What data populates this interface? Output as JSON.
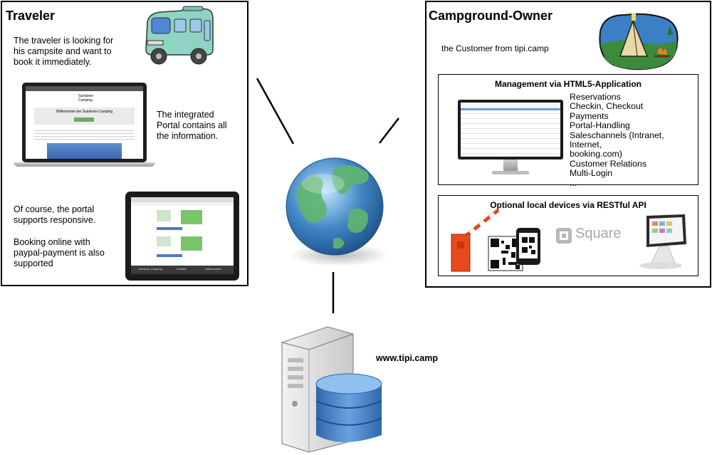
{
  "traveler": {
    "title": "Traveler",
    "text1": "The traveler is looking for his campsite and want to book it immediately.",
    "text2": "The integrated Portal contains all the information.",
    "text3": "Of course, the portal supports responsive.",
    "text4": "Booking online with paypal-payment is also supported",
    "laptop_heading": "Willkommen bei Sundown-Camping",
    "laptop_logo": "Sundown Camping",
    "tablet_footer": [
      "Sundown Camping",
      "Kontakt",
      "Datenschutz"
    ]
  },
  "owner": {
    "title": "Campground-Owner",
    "subtitle": "the Customer from tipi.camp",
    "management": {
      "title": "Management via HTML5-Application",
      "features": [
        "Reservations",
        "Checkin, Checkout",
        "Payments",
        "Portal-Handling",
        "Saleschannels (Intranet, Internet,",
        "booking.com)",
        "Customer Relations",
        "Multi-Login",
        "..."
      ]
    },
    "devices": {
      "title": "Optional local devices via RESTful API",
      "square_label": "Square"
    }
  },
  "server": {
    "label": "www.tipi.camp"
  },
  "colors": {
    "globe_water": "#3f86c4",
    "globe_land": "#5fb56f",
    "server_db": "#4a84c7",
    "van": "#8fd3c4",
    "barrier": "#e84a1c"
  }
}
